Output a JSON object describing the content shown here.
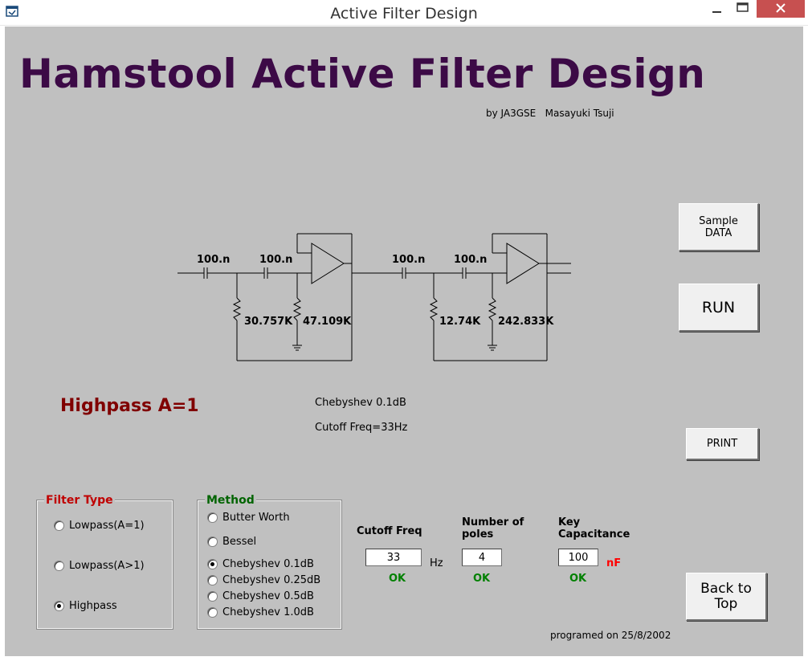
{
  "window": {
    "title": "Active Filter Design"
  },
  "header": {
    "title": "Hamstool Active Filter Design",
    "byline": "by JA3GSE   Masayuki Tsuji"
  },
  "circuit": {
    "stage1": {
      "c1": "100.n",
      "c2": "100.n",
      "r1": "30.757K",
      "r2": "47.109K"
    },
    "stage2": {
      "c1": "100.n",
      "c2": "100.n",
      "r1": "12.74K",
      "r2": "242.833K"
    }
  },
  "buttons": {
    "sample_data": "Sample\nDATA",
    "run": "RUN",
    "print": "PRINT",
    "back_to_top": "Back to\nTop"
  },
  "result": {
    "mode": "Highpass A=1",
    "method": "Chebyshev 0.1dB",
    "cutoff": "Cutoff Freq=33Hz"
  },
  "filter_type": {
    "legend": "Filter Type",
    "options": [
      "Lowpass(A=1)",
      "Lowpass(A>1)",
      "Highpass"
    ],
    "selected": "Highpass"
  },
  "method": {
    "legend": "Method",
    "options": [
      "Butter Worth",
      "Bessel",
      "Chebyshev 0.1dB",
      "Chebyshev 0.25dB",
      "Chebyshev 0.5dB",
      "Chebyshev 1.0dB"
    ],
    "selected": "Chebyshev 0.1dB"
  },
  "inputs": {
    "cutoff_freq": {
      "label": "Cutoff Freq",
      "value": "33",
      "unit": "Hz",
      "status": "OK"
    },
    "poles": {
      "label": "Number of\npoles",
      "value": "4",
      "status": "OK"
    },
    "key_cap": {
      "label": "Key\nCapacitance",
      "value": "100",
      "unit": "nF",
      "status": "OK"
    }
  },
  "footer": {
    "note": "programed on 25/8/2002"
  },
  "colors": {
    "title": "#3c0a46",
    "mode": "#800000",
    "ok": "#008000",
    "unit_red": "#ff0000",
    "background": "#c0c0c0"
  }
}
